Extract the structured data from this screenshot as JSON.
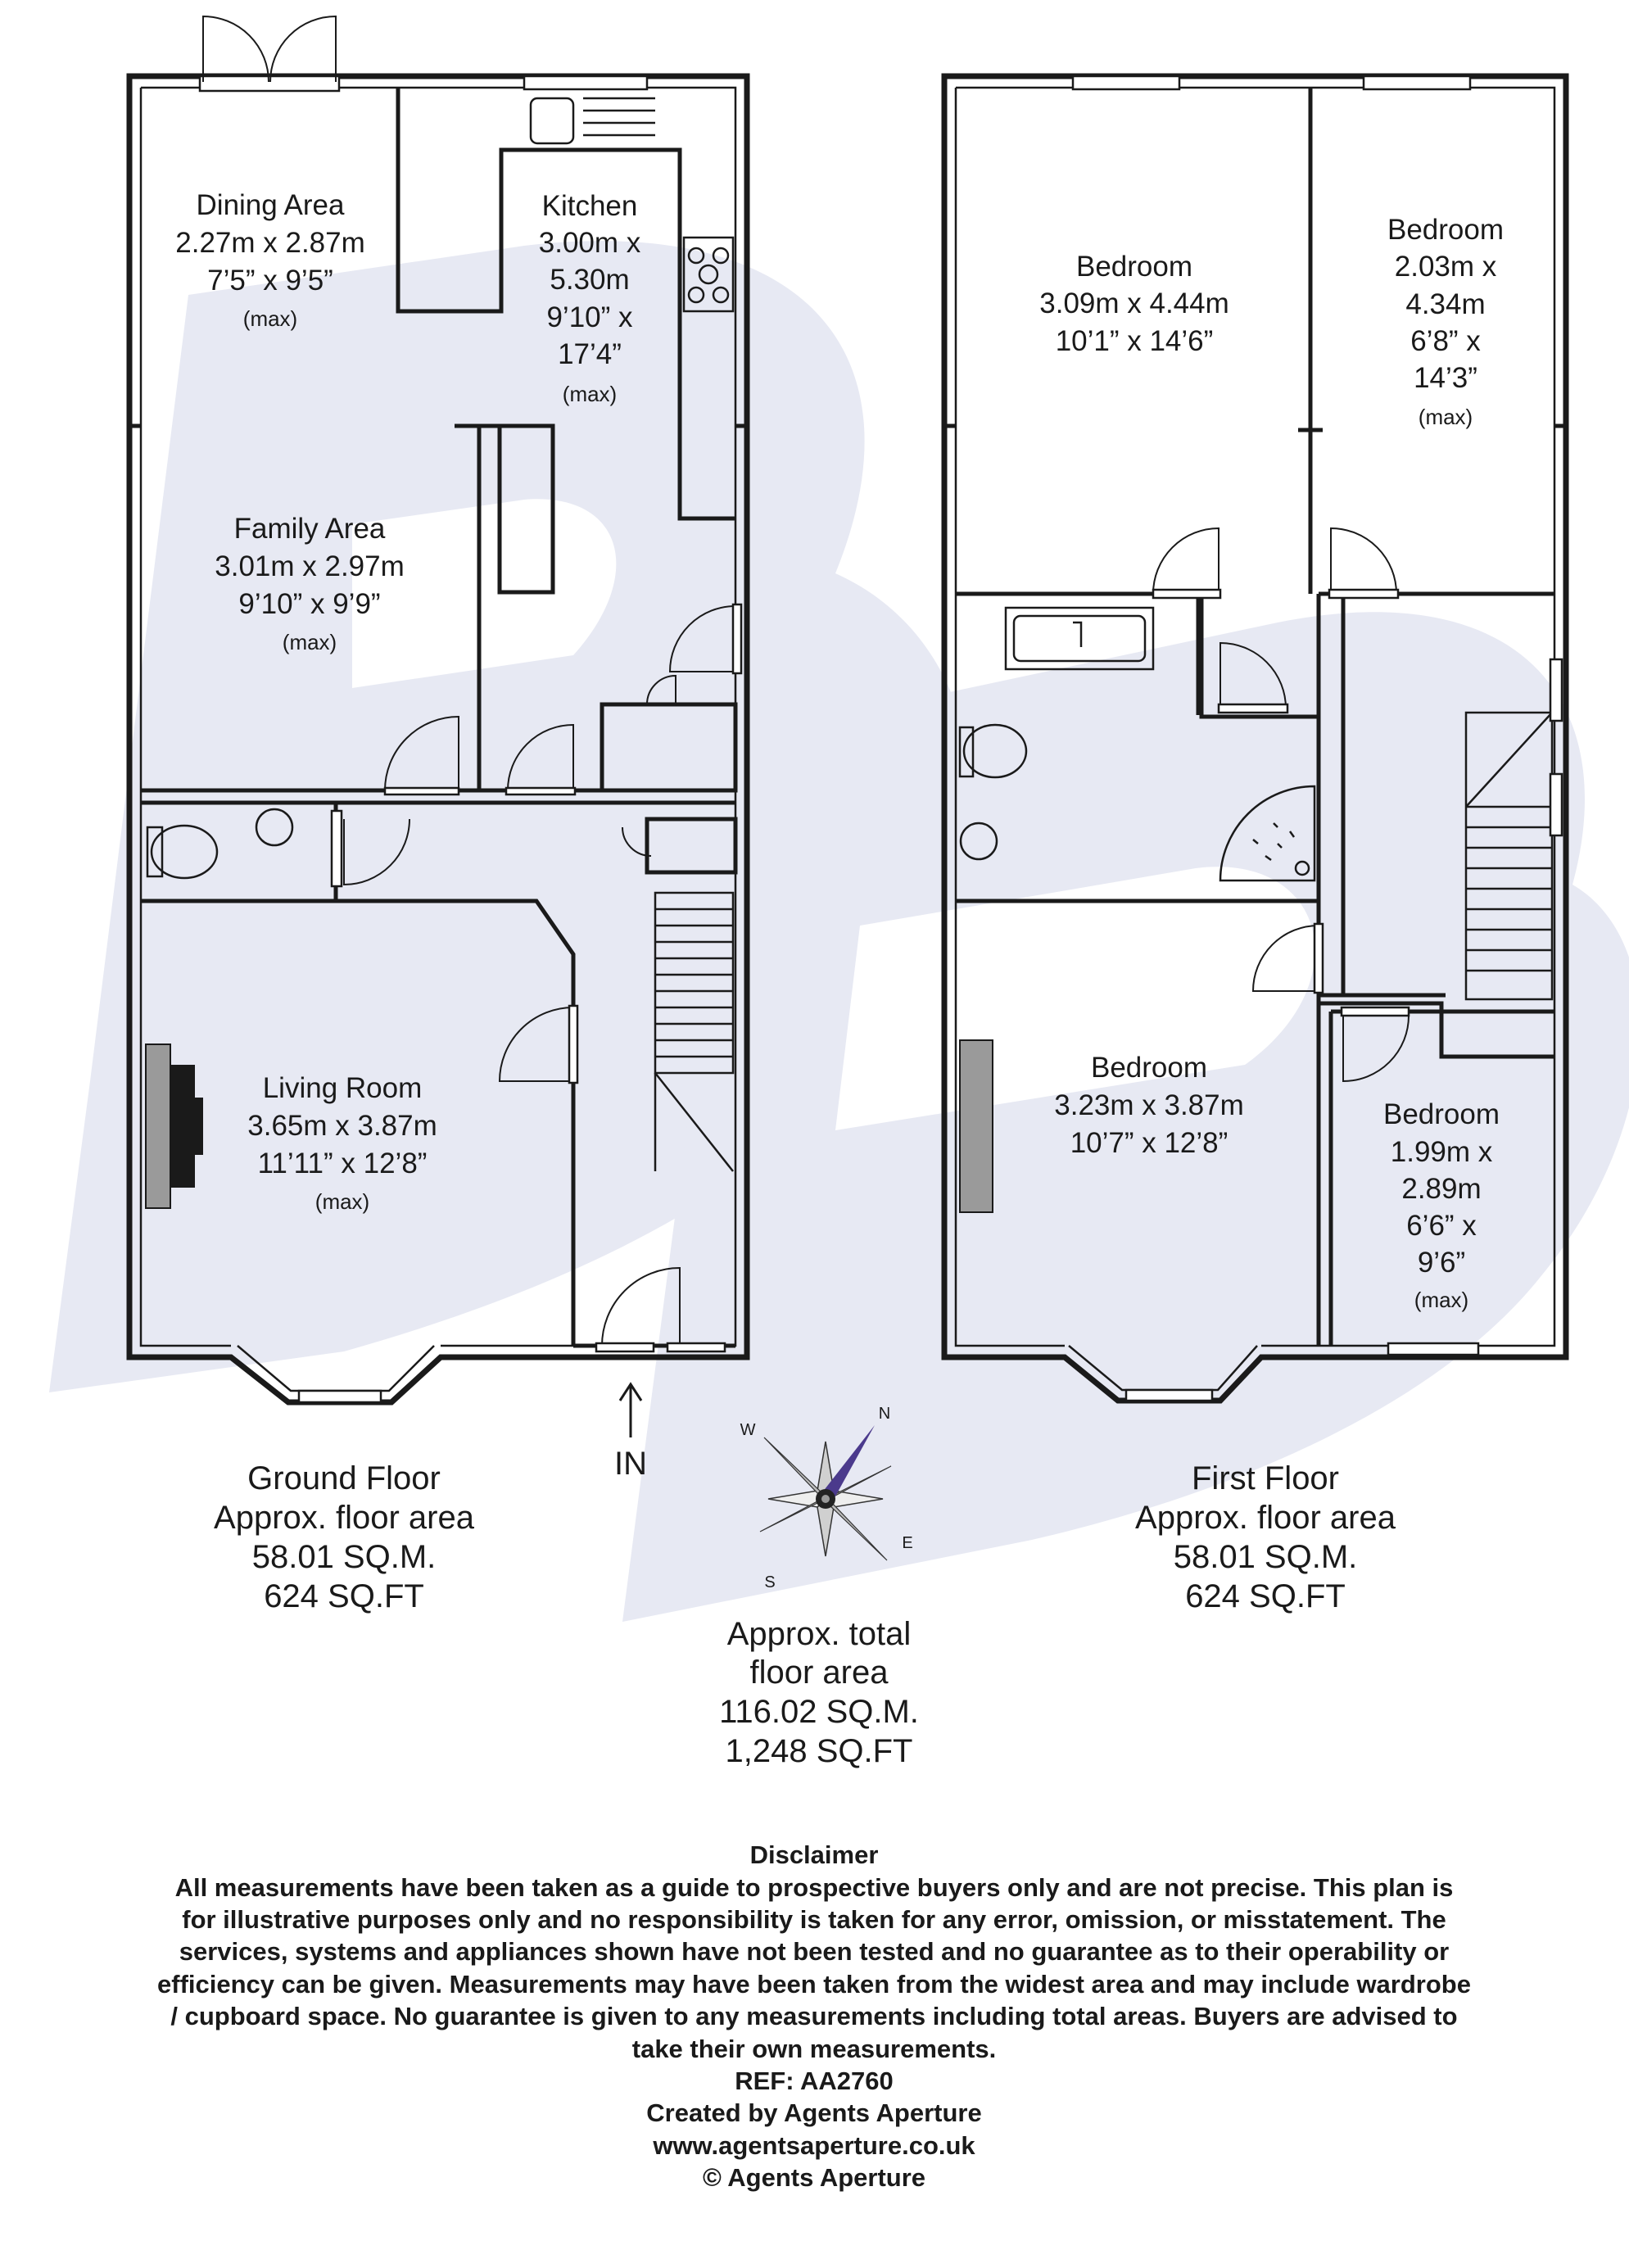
{
  "watermark": {
    "letters": "BB",
    "color": "#e7e9f3"
  },
  "ground_floor": {
    "rooms": {
      "dining": {
        "name": "Dining Area",
        "metric": "2.27m x 2.87m",
        "imperial": "7’5” x 9’5”",
        "note": "(max)"
      },
      "kitchen": {
        "name": "Kitchen",
        "metric_a": "3.00m x",
        "metric_b": "5.30m",
        "imperial_a": "9’10” x",
        "imperial_b": "17’4”",
        "note": "(max)"
      },
      "family": {
        "name": "Family Area",
        "metric": "3.01m x 2.97m",
        "imperial": "9’10” x 9’9”",
        "note": "(max)"
      },
      "living": {
        "name": "Living Room",
        "metric": "3.65m x 3.87m",
        "imperial": "11’11” x 12’8”",
        "note": "(max)"
      }
    },
    "entrance_label": "IN",
    "summary": {
      "title": "Ground Floor",
      "label": "Approx. floor area",
      "sqm": "58.01 SQ.M.",
      "sqft": "624 SQ.FT"
    }
  },
  "first_floor": {
    "rooms": {
      "bed1": {
        "name": "Bedroom",
        "metric": "3.09m x 4.44m",
        "imperial": "10’1” x 14’6”"
      },
      "bed2": {
        "name": "Bedroom",
        "metric_a": "2.03m x",
        "metric_b": "4.34m",
        "imperial_a": "6’8” x",
        "imperial_b": "14’3”",
        "note": "(max)"
      },
      "bed3": {
        "name": "Bedroom",
        "metric": "3.23m x 3.87m",
        "imperial": "10’7” x 12’8”"
      },
      "bed4": {
        "name": "Bedroom",
        "metric_a": "1.99m x",
        "metric_b": "2.89m",
        "imperial_a": "6’6” x",
        "imperial_b": "9’6”",
        "note": "(max)"
      }
    },
    "summary": {
      "title": "First Floor",
      "label": "Approx. floor area",
      "sqm": "58.01 SQ.M.",
      "sqft": "624 SQ.FT"
    }
  },
  "compass": {
    "n": "N",
    "e": "E",
    "s": "S",
    "w": "W",
    "needle_color": "#4b3a8c"
  },
  "total": {
    "line1": "Approx. total",
    "line2": "floor area",
    "sqm": "116.02 SQ.M.",
    "sqft": "1,248 SQ.FT"
  },
  "disclaimer": {
    "title": "Disclaimer",
    "lines": [
      "All measurements have been taken as a guide to prospective buyers only and are not precise. This plan is",
      "for illustrative purposes only and no responsibility is taken for any error, omission, or misstatement. The",
      "services, systems and appliances shown have not been tested and no guarantee as to their operability or",
      "efficiency can be given. Measurements may have been taken from the widest area and may include wardrobe",
      "/ cupboard space. No guarantee is given to any measurements including total areas. Buyers are advised to",
      "take their own measurements."
    ],
    "ref": "REF: AA2760",
    "created_by": "Created by Agents Aperture",
    "website": "www.agentsaperture.co.uk",
    "copyright": "© Agents Aperture"
  }
}
